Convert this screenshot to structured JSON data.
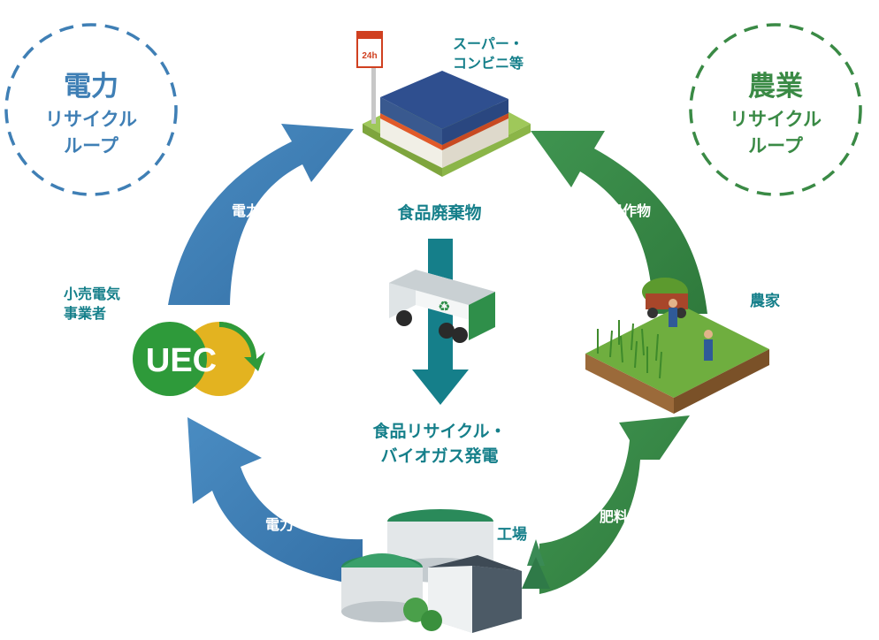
{
  "colors": {
    "electricity": "#3f7fb5",
    "agriculture": "#3a8a45",
    "teal": "#157f8a",
    "uec_green": "#2e9a3a",
    "uec_yellow": "#e3b320"
  },
  "loops": {
    "electric": {
      "title": "電力",
      "line1": "リサイクル",
      "line2": "ループ"
    },
    "agri": {
      "title": "農業",
      "line1": "リサイクル",
      "line2": "ループ"
    }
  },
  "nodes": {
    "store": {
      "line1": "スーパー・",
      "line2": "コンビニ等",
      "sign": "24h"
    },
    "retailer": {
      "line1": "小売電気",
      "line2": "事業者",
      "logo": "UEC"
    },
    "farm": {
      "label": "農家"
    },
    "factory": {
      "label": "工場"
    }
  },
  "center": {
    "waste": "食品廃棄物",
    "plant_line1": "食品リサイクル・",
    "plant_line2": "バイオガス発電",
    "truck_icon": "garbage-truck-icon"
  },
  "arrows": {
    "top_left": "電力",
    "bottom_left": "電力",
    "top_right": "農作物",
    "bottom_right": "肥料"
  }
}
